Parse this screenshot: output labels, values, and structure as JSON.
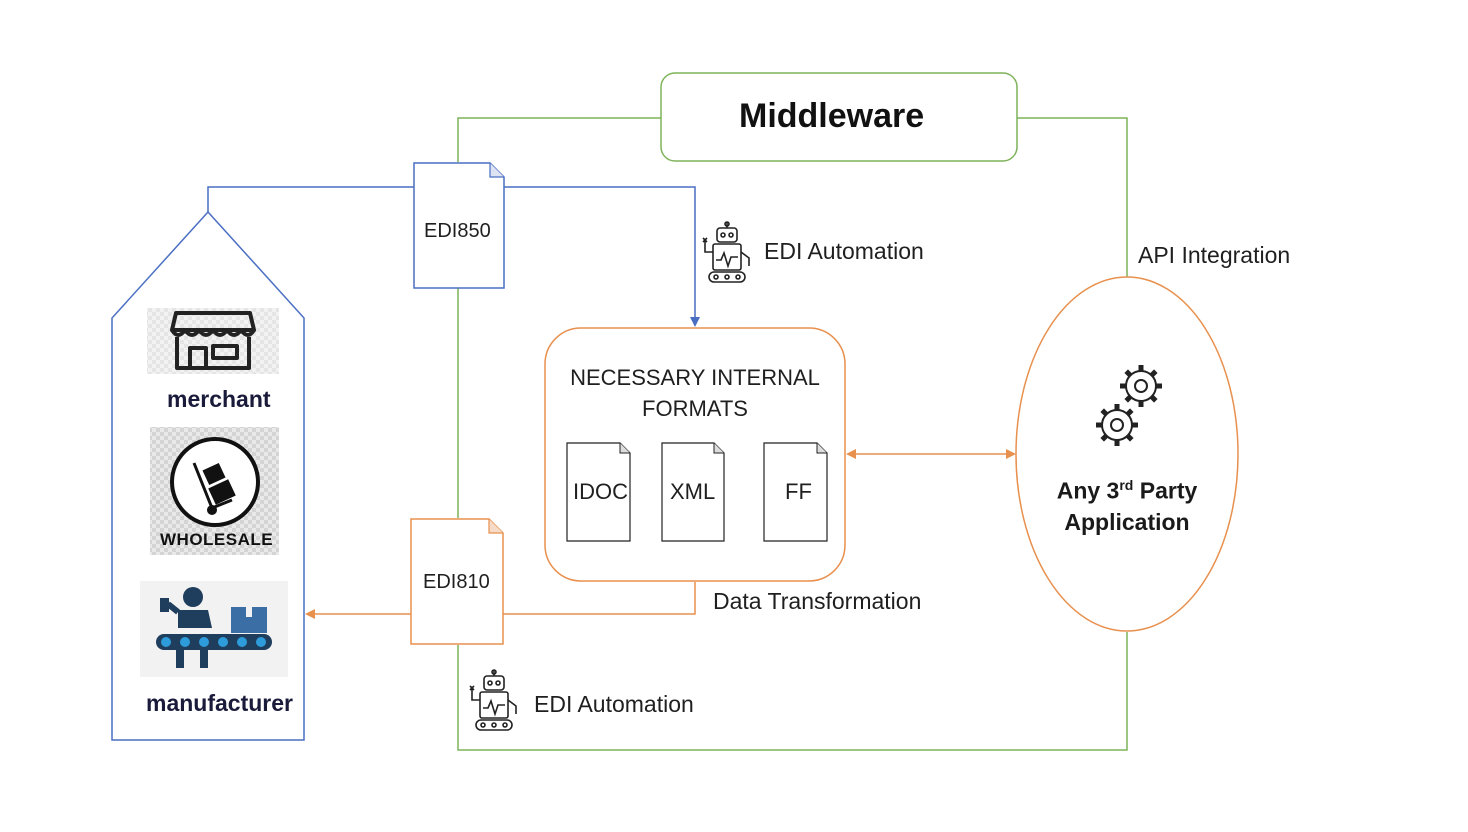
{
  "middleware": {
    "title": "Middleware"
  },
  "api_integration": {
    "label": "API Integration"
  },
  "edi_automation_top": {
    "label": "EDI Automation"
  },
  "edi_automation_bottom": {
    "label": "EDI Automation"
  },
  "data_transformation": {
    "label": "Data Transformation"
  },
  "documents": {
    "edi850": "EDI850",
    "edi810": "EDI810"
  },
  "internal_formats": {
    "title_line1": "NECESSARY INTERNAL",
    "title_line2": "FORMATS",
    "items": [
      "IDOC",
      "XML",
      "FF"
    ]
  },
  "third_party": {
    "line1_pre": "Any 3",
    "line1_sup": "rd",
    "line1_post": " Party",
    "line2": "Application"
  },
  "partners": {
    "merchant": "merchant",
    "wholesale": "WHOLESALE",
    "manufacturer": "manufacturer"
  },
  "colors": {
    "green": "#7fb35a",
    "blue": "#4a6fc2",
    "orange": "#e8904e"
  }
}
